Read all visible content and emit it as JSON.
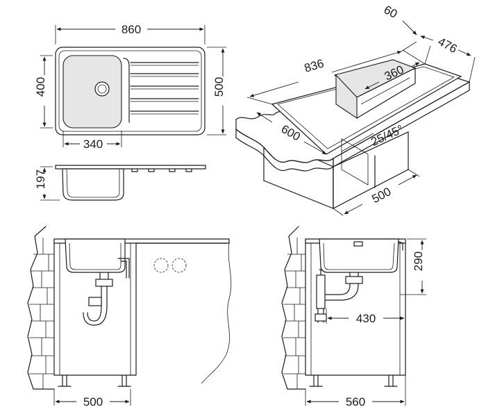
{
  "dimensions": {
    "top_width": "860",
    "top_height": "500",
    "bowl_height": "400",
    "bowl_width": "340",
    "depth": "197",
    "iso_length": "836",
    "iso_edge": "60",
    "iso_width": "476",
    "iso_inner": "360",
    "iso_counter": "600",
    "iso_angle": "25/45°",
    "iso_cabinet": "500",
    "front_cabinet": "500",
    "side_cabinet": "560",
    "side_height": "290",
    "side_drain": "430"
  }
}
